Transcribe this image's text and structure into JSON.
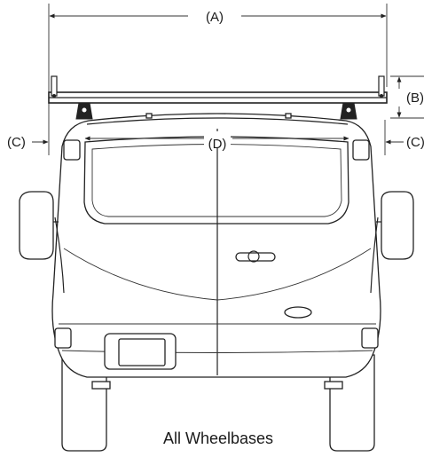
{
  "diagram": {
    "labels": {
      "a": "(A)",
      "b": "(B)",
      "c_left": "(C)",
      "c_right": "(C)",
      "d": "(D)"
    },
    "caption": "All Wheelbases"
  }
}
